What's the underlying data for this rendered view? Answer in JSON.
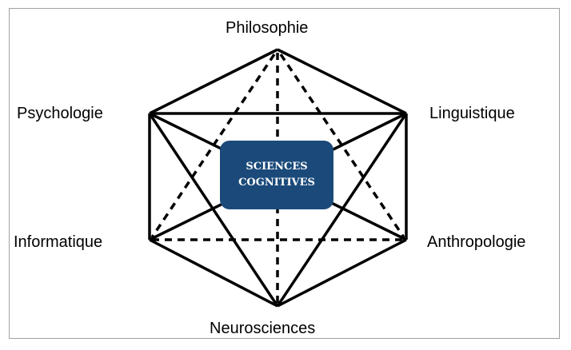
{
  "center": {
    "line1": "SCIENCES",
    "line2": "COGNITIVES",
    "color": "#1b4a7a"
  },
  "nodes": {
    "top": "Philosophie",
    "upper_left": "Psychologie",
    "upper_right": "Linguistique",
    "lower_left": "Informatique",
    "lower_right": "Anthropologie",
    "bottom": "Neurosciences"
  }
}
